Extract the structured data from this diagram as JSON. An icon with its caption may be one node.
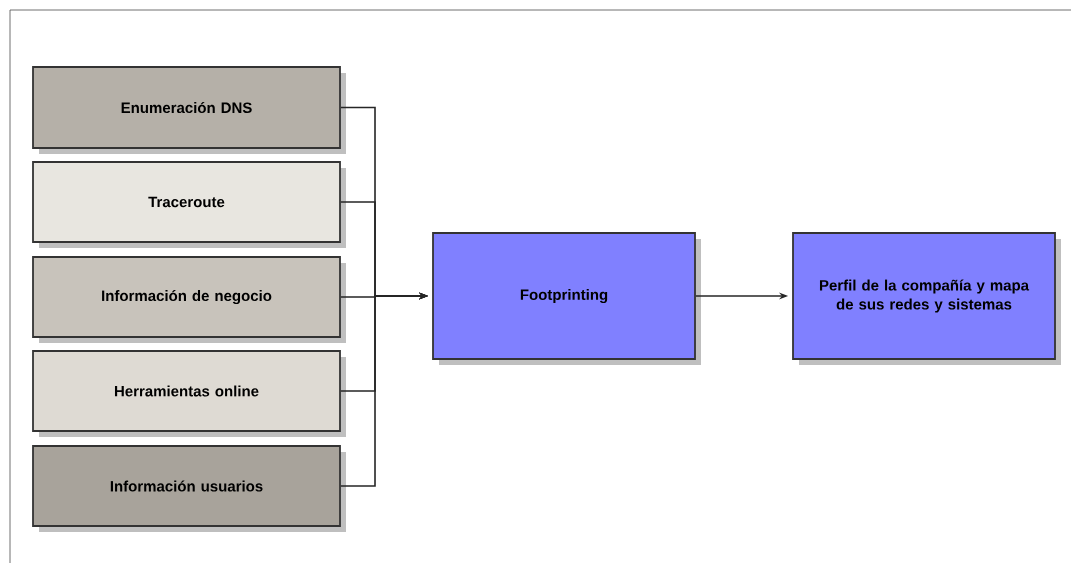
{
  "diagram": {
    "nodes": [
      {
        "text": [
          "Enumeración DNS"
        ]
      },
      {
        "text": [
          "Traceroute"
        ]
      },
      {
        "text": [
          "Información de negocio"
        ]
      },
      {
        "text": [
          "Herramientas online"
        ]
      },
      {
        "text": [
          "Información usuarios"
        ]
      },
      {
        "text": [
          "Footprinting"
        ]
      },
      {
        "text": [
          "Perfil de la compañía y mapa de sus redes y sistemas"
        ]
      }
    ],
    "edges": [
      {
        "from": 0,
        "to": 5,
        "arrow": "to"
      },
      {
        "from": 1,
        "to": 5,
        "arrow": "to"
      },
      {
        "from": 2,
        "to": 5,
        "arrow": "to"
      },
      {
        "from": 3,
        "to": 5,
        "arrow": "to"
      },
      {
        "from": 4,
        "to": 5,
        "arrow": "to"
      },
      {
        "from": 5,
        "to": 6,
        "arrow": "to"
      }
    ]
  }
}
